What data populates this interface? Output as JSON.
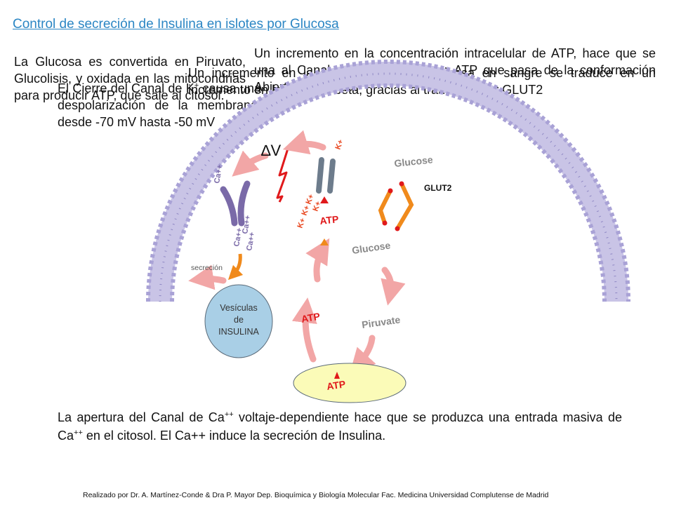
{
  "title": "Control de secreción de Insulina en islotes por Glucosa",
  "paragraphs": {
    "glucosa_piruvato": "La Glucosa es convertida en Piruvato, Glucolisis, y oxidada en las mitocondrias para producir ATP, que sale al citosol.",
    "incremento_atp_prefix": "Un incremento en la concentración intracelular de ATP, hace que se una al Canal de K",
    "incremento_atp_sup": "+",
    "incremento_atp_suffix": " regulado por ATP que pasa de la conformación Abierta a Cerrada.",
    "cierre_canal_prefix": "El Cierre del Canal de K",
    "cierre_canal_sup": "+",
    "cierre_canal_suffix": " causa una despolarización de la membrana, desde -70 mV hasta -50 mV",
    "incremento_glucosa": "Un incremento en la concentración de Glucosa en sangre se traduce en un incremento en las células beta, gracias al transportador GLUT2"
  },
  "bottom_text": {
    "part1": "La apertura del Canal de Ca",
    "sup1": "++",
    "part2": " voltaje-dependiente hace que se produzca una entrada masiva de Ca",
    "sup2": "++",
    "part3": " en el citosol. El Ca++ induce la secreción de Insulina."
  },
  "credit": "Realizado por Dr. A. Martínez-Conde  & Dra P. Mayor Dep. Bioquímica y Biología Molecular Fac. Medicina Universidad Complutense de Madrid",
  "diagram": {
    "delta_v": "∆V",
    "k_ion": "K+",
    "ca_ion": "Ca++",
    "atp": "ATP",
    "glucose": "Glucose",
    "glut2": "GLUT2",
    "piruvate": "Piruvate",
    "secrecion": "secreción",
    "vesiculas_line1": "Vesículas",
    "vesiculas_line2": "de",
    "vesiculas_line3": "INSULINA"
  },
  "colors": {
    "title": "#2b86c4",
    "membrane": "#8f88c4",
    "membrane_head": "#a9a2d6",
    "arrow_pink": "#f2a6a6",
    "atp_red": "#e0191b",
    "ion_orange": "#e8461e",
    "glut2_orange": "#f08a1c",
    "ca_channel": "#7a6aa8",
    "k_channel": "#6d7c8c",
    "vesicle_fill": "#a9cfe6",
    "mito_fill": "#fbfbb8"
  }
}
